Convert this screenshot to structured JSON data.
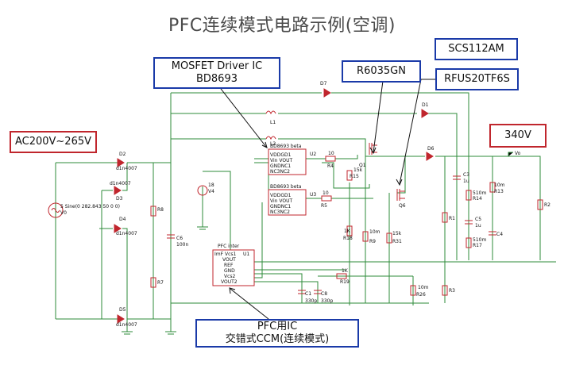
{
  "title": "PFC连续模式电路示例(空调)",
  "callouts": {
    "mosfet_line1": "MOSFET Driver IC",
    "mosfet_line2": "BD8693",
    "r6035": "R6035GN",
    "scs": "SCS112AM",
    "rfus": "RFUS20TF6S",
    "ac": "AC200V~265V",
    "v340": "340V",
    "pfc_line1": "PFC用IC",
    "pfc_line2": "交错式CCM(连续模式)"
  },
  "labels": {
    "d7": "D7",
    "d1": "D1",
    "d6": "D6",
    "d2": "D2",
    "d3": "D3",
    "d4": "D4",
    "d5": "D5",
    "d1n_a": "d1n4007",
    "d1n_b": "d1n4007",
    "d1n_c": "d1n4007",
    "d1n_d": "d1n4007",
    "l1": "L1",
    "l2": "L2",
    "u2_name": "BD8693 beta",
    "u2": "U2",
    "u3_name": "BD8693 beta",
    "u3": "U3",
    "pin_vdd": "VDDGD1",
    "pin_vin": "Vin VOUT",
    "pin_gnd": "GNDNC1",
    "pin_nc": "NC3NC2",
    "pin_vdd2": "VDDGD1",
    "pin_vin2": "Vin VOUT",
    "pin_gnd2": "GNDNC1",
    "pin_nc2": "NC3NC2",
    "r4v": "10",
    "r4": "R4",
    "r5v": "10",
    "r5": "R5",
    "r15v": "15k",
    "r15": "R15",
    "q1": "Q1",
    "q6": "Q6",
    "v4v": "18",
    "v4": "V4",
    "v0": "V0",
    "v0sine": "5 Sine(0 282.843 50 0 0)",
    "r8": "R8",
    "r7": "R7",
    "c6": "C6",
    "c6v": "100n",
    "u1_name": "PFC inter",
    "u1": "U1",
    "u1_p1": "ImF Vcs1",
    "u1_p2": "VOUT",
    "u1_p3": "REF",
    "u1_p4": "GND",
    "u1_p5": "Vcs2",
    "u1_p6": "VOUT2",
    "r18": "R18",
    "r18v": "1K",
    "r9": "R9",
    "r9v": "10m",
    "r31": "R31",
    "r31v": "15k",
    "r19": "R19",
    "r19v": "1K",
    "c1": "C1",
    "c1v": "330p",
    "c8": "C8",
    "c8v": "330p",
    "r26": "R26",
    "r26v": "10m",
    "c3": "C3",
    "c3v": "1u",
    "r14": "R14",
    "r14v": "510m",
    "c5": "C5",
    "c5v": "1u",
    "r17": "R17",
    "r17v": "510m",
    "r13": "R13",
    "r13v": "10m",
    "c4": "C4",
    "r1": "R1",
    "r3": "R3",
    "r2": "R2",
    "vo": "Vo"
  }
}
